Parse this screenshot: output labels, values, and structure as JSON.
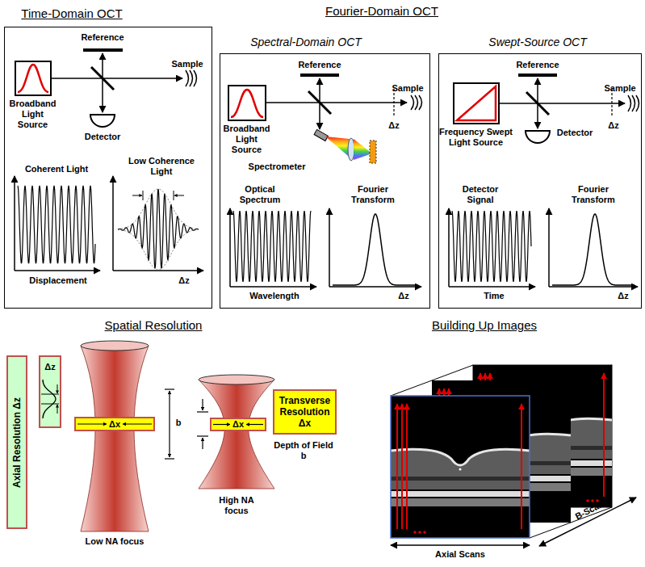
{
  "diagram": {
    "nodes": [
      {
        "text": [
          "Time-Domain OCT"
        ]
      },
      {
        "text": [
          "Broadband Light Source"
        ],
        "in": 0
      },
      {
        "text": [
          "Spectral-Domain OCT"
        ]
      },
      {
        "text": [
          "Broadband Light Source"
        ],
        "in": 2
      },
      {
        "text": [
          "Swept-Source OCT"
        ]
      },
      {
        "text": [
          "Frequency Swept Light Source"
        ],
        "in": 4
      },
      {
        "text": [
          "Axial Resolution Δz"
        ]
      },
      {
        "text": [
          "Δz"
        ]
      },
      {
        "text": [
          "Δx"
        ]
      },
      {
        "text": [
          "Δx"
        ]
      },
      {
        "text": [
          "Transverse Resolution Δx"
        ]
      }
    ],
    "labels": [
      "Fourier-Domain OCT",
      "Reference",
      "Sample",
      "Detector",
      "Coherent Light",
      "Low Coherence Light",
      "Displacement",
      "Δz",
      "Reference",
      "Sample",
      "Δz",
      "Spectrometer",
      "Optical Spectrum",
      "Fourier Transform",
      "Wavelength",
      "Δz",
      "Reference",
      "Sample",
      "Δz",
      "Detector",
      "Detector Signal",
      "Fourier Transform",
      "Time",
      "Δz",
      "Spatial Resolution",
      "Building Up Images",
      "b",
      "Low NA focus",
      "High NA focus",
      "Depth of Field b",
      "Axial Scans",
      "B-Scans"
    ]
  }
}
